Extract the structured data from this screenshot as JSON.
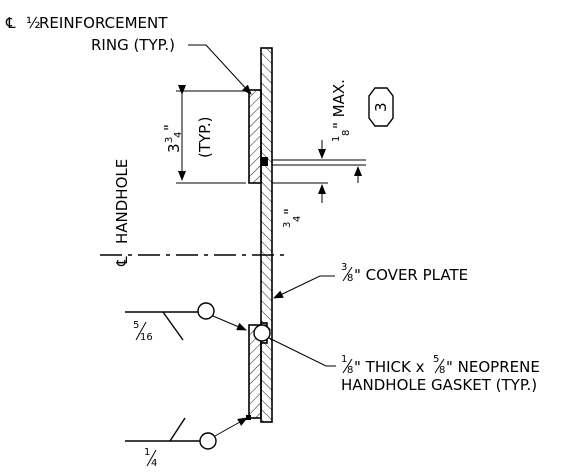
{
  "labels": {
    "plate_symbol": "℄",
    "half": "½",
    "reinforcement_text": " REINFORCEMENT",
    "ring_typ": "RING (TYP.)",
    "dim_3": "3",
    "dim_3_frac_num": "3",
    "dim_3_frac_den": "4",
    "dim_3_inch": "\"",
    "typ": "(TYP.)",
    "max_frac_num": "1",
    "max_frac_den": "8",
    "max_text": "\" MAX.",
    "weld_note_number": "3",
    "three_quarter_num": "3",
    "three_quarter_den": "4",
    "three_quarter_inch": "\"",
    "centerline_symbol": "℄",
    "handhole": "HANDHOLE",
    "cover_num": "3",
    "cover_den": "8",
    "cover_text": "\" COVER PLATE",
    "weld_top_num": "5",
    "weld_top_den": "16",
    "gasket_num1": "1",
    "gasket_den1": "8",
    "gasket_mid": "\" THICK x ",
    "gasket_num2": "5",
    "gasket_den2": "8",
    "gasket_end": "\" NEOPRENE",
    "gasket_line2": "HANDHOLE GASKET (TYP.)",
    "weld_bottom_num": "1",
    "weld_bottom_den": "4"
  },
  "colors": {
    "ink": "#000000",
    "background": "#ffffff"
  }
}
